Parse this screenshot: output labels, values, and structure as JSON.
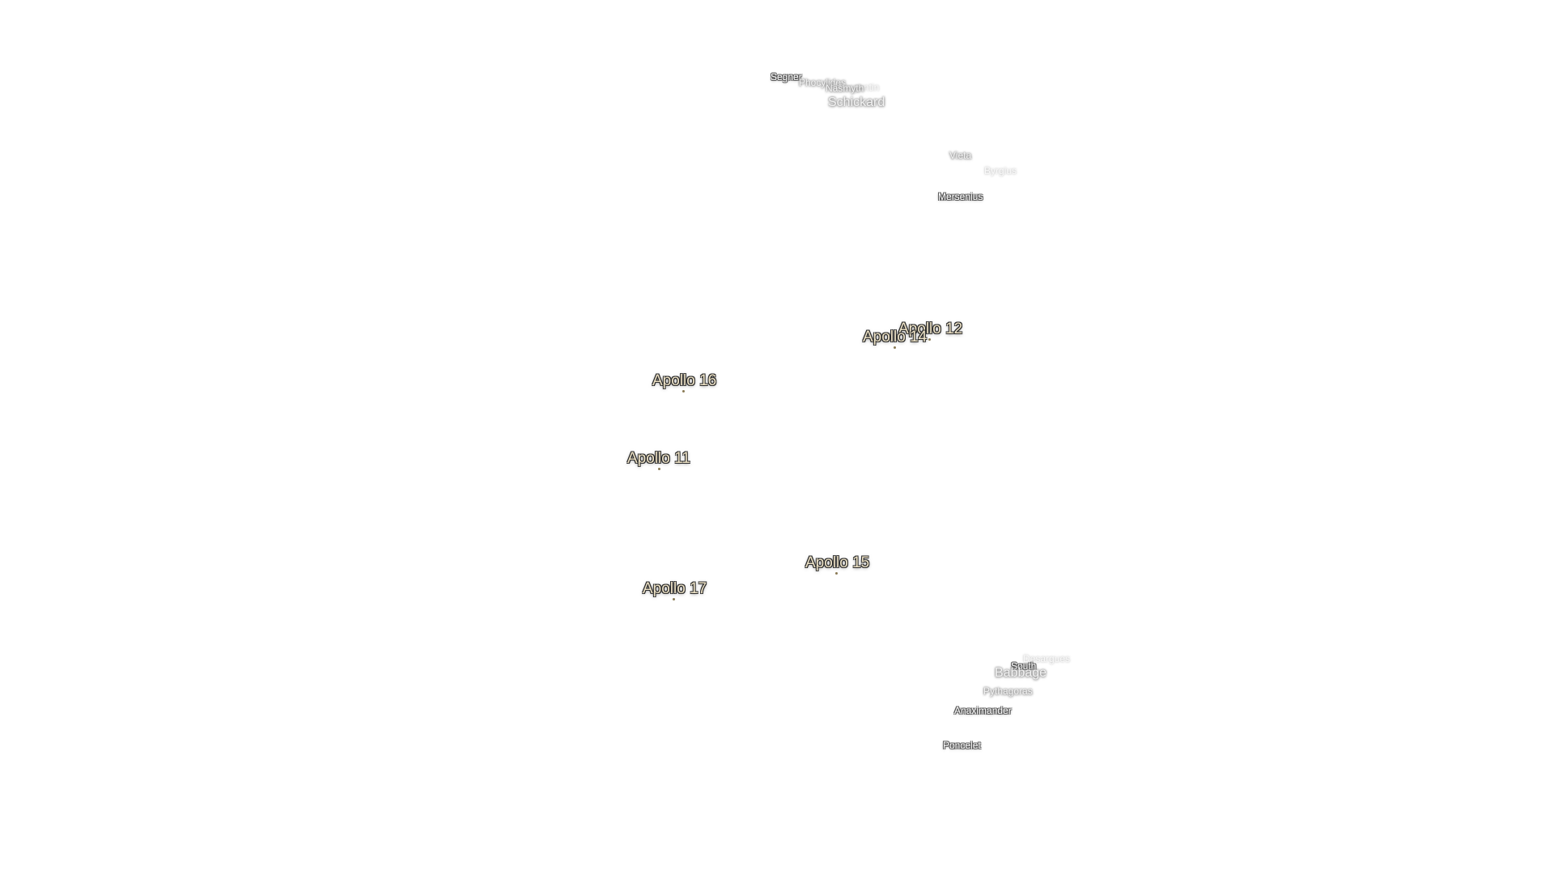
{
  "map": {
    "apollo_sites": [
      {
        "id": "apollo-12",
        "name": "Apollo 12"
      },
      {
        "id": "apollo-14",
        "name": "Apollo 14"
      },
      {
        "id": "apollo-16",
        "name": "Apollo 16"
      },
      {
        "id": "apollo-11",
        "name": "Apollo 11"
      },
      {
        "id": "apollo-15",
        "name": "Apollo 15"
      },
      {
        "id": "apollo-17",
        "name": "Apollo 17"
      }
    ],
    "craters": [
      {
        "id": "segner",
        "name": "Segner"
      },
      {
        "id": "phocylides",
        "name": "Phocylides"
      },
      {
        "id": "wargentin",
        "name": "Wargentin"
      },
      {
        "id": "nasmyth",
        "name": "Nasmyth"
      },
      {
        "id": "schickard",
        "name": "Schickard"
      },
      {
        "id": "vieta",
        "name": "Vieta"
      },
      {
        "id": "byrgius",
        "name": "Byrgius"
      },
      {
        "id": "mersenius",
        "name": "Mersenius"
      },
      {
        "id": "desargues",
        "name": "Desargues"
      },
      {
        "id": "south",
        "name": "South"
      },
      {
        "id": "babbage",
        "name": "Babbage"
      },
      {
        "id": "pythagoras",
        "name": "Pythagoras"
      },
      {
        "id": "anaximander",
        "name": "Anaximander"
      },
      {
        "id": "poncelet",
        "name": "Poncelet"
      }
    ]
  },
  "colors": {
    "background": "#ffffff",
    "apollo_label": "#ede2c6",
    "crater_label": "#ffffff",
    "label_outline": "#2b2b2b"
  }
}
